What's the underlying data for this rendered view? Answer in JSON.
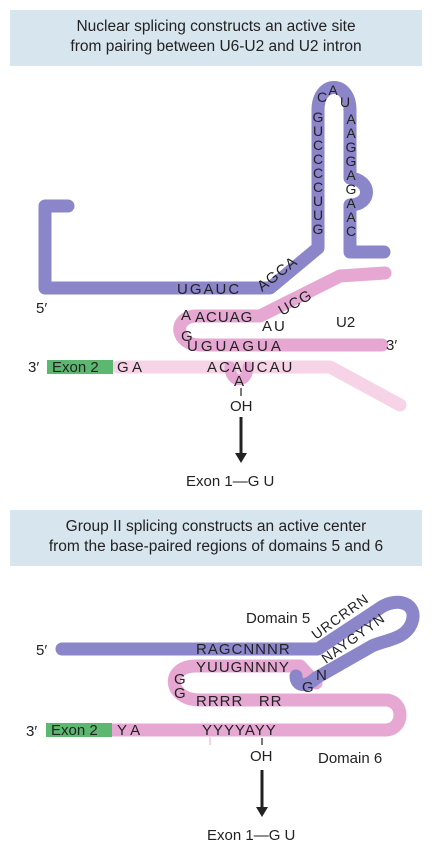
{
  "panel_top": {
    "title_line1": "Nuclear splicing constructs an active site",
    "title_line2": "from pairing between U6-U2 and U2 intron",
    "five_prime": "5′",
    "three_prime_left": "3′",
    "three_prime_right": "3′",
    "exon2": "Exon 2",
    "exon2_tail": "G A",
    "u2_label": "U2",
    "u6_row": "UGAUC",
    "u6_agca": "AGCA",
    "stem_left": [
      "G",
      "U",
      "C",
      "C",
      "C",
      "C",
      "U",
      "U",
      "G"
    ],
    "loop": [
      "C",
      "A",
      "U"
    ],
    "stem_right": [
      "A",
      "A",
      "G",
      "G",
      "A",
      "G",
      "A",
      "A",
      "C"
    ],
    "helix_top": "ACUAG",
    "helix_au": "AU",
    "helix_ucg": "UCG",
    "u2_row": "UGUAGUA",
    "bulge_a": "A",
    "bulge_g": "G",
    "intron_row": "ACAUCAU",
    "branch_a": "A",
    "oh": "OH",
    "product": "Exon 1—G  U"
  },
  "panel_bottom": {
    "title_line1": "Group II splicing constructs an active center",
    "title_line2": "from the base-paired regions of domains 5 and 6",
    "five_prime": "5′",
    "three_prime": "3′",
    "exon2": "Exon 2",
    "exon2_tail": "Y A",
    "domain5": "Domain 5",
    "domain6": "Domain 6",
    "row1": "RAGCNNNR",
    "row2": "YUUGNNNY",
    "stem_right": "URCRRN",
    "stem_left": "NAYGYYN",
    "gg_g1": "G",
    "gg_g2": "G",
    "g_n": "G",
    "n": "N",
    "row3": "RRRR   RR",
    "row4": "YYYYAYY",
    "oh": "OH",
    "product": "Exon 1—G  U"
  },
  "colors": {
    "blue_strand": "#8a86c9",
    "pink_strand": "#e6a8d2",
    "light_pink_strand": "#f6d3e6",
    "exon_green": "#5cb870",
    "banner_bg": "#d7e5ee"
  }
}
